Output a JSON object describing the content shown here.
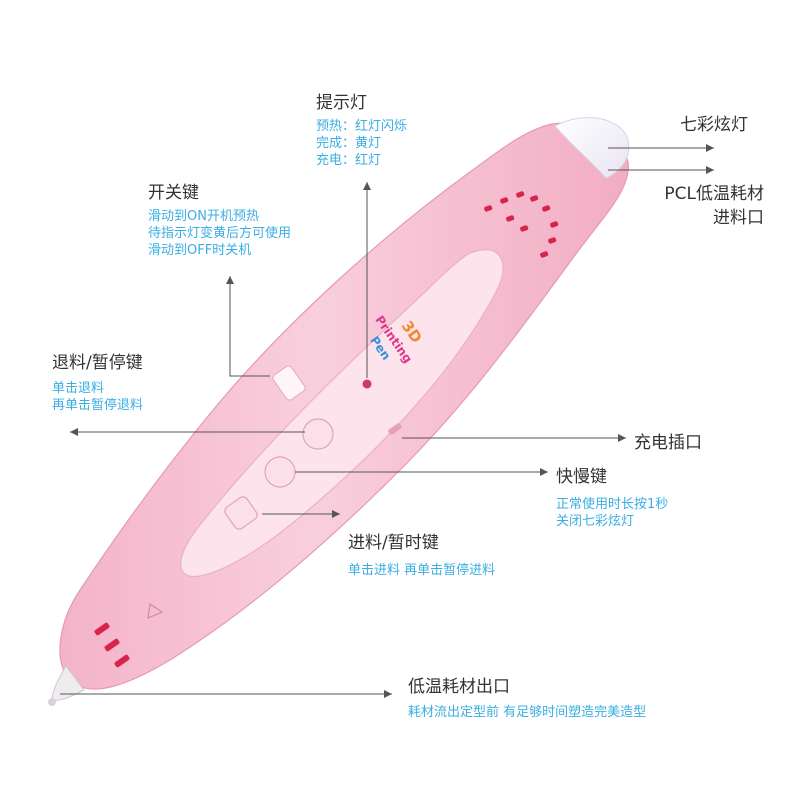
{
  "colors": {
    "title": "#333333",
    "desc": "#3aaee3",
    "pen_body": "#f7c0d3",
    "pen_panel": "#fce3ec",
    "vent": "#d8234b",
    "line": "#555555"
  },
  "labels": {
    "indicator": {
      "title": "提示灯",
      "lines": [
        "预热：红灯闪烁",
        "完成：黄灯",
        "充电：红灯"
      ]
    },
    "light": {
      "title": "七彩炫灯"
    },
    "filament_in": {
      "lines": [
        "PCL低温耗材",
        "进料口"
      ]
    },
    "power": {
      "title": "开关键",
      "lines": [
        "滑动到ON开机预热",
        "待指示灯变黄后方可使用",
        "滑动到OFF时关机"
      ]
    },
    "retract": {
      "title": "退料/暂停键",
      "lines": [
        "单击退料",
        "再单击暂停退料"
      ]
    },
    "charge": {
      "title": "充电插口"
    },
    "speed": {
      "title": "快慢键",
      "lines": [
        "正常使用时长按1秒",
        "关闭七彩炫灯"
      ]
    },
    "feed": {
      "title": "进料/暂时键",
      "lines": [
        "单击进料 再单击暂停进料"
      ]
    },
    "outlet": {
      "title": "低温耗材出口",
      "lines": [
        "耗材流出定型前 有足够时间塑造完美造型"
      ]
    }
  },
  "logo": {
    "lines": [
      "3D",
      "Printing",
      "Pen"
    ]
  }
}
